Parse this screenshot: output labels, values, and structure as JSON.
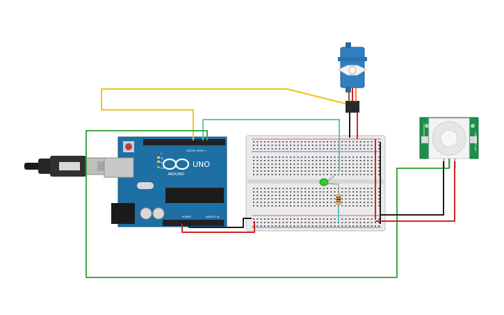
{
  "arduino": {
    "brand": "ARDUINO",
    "model": "UNO",
    "digital_label": "DIGITAL (PWM~)",
    "power_label": "POWER",
    "analog_label": "ANALOG IN",
    "tx_label": "TX",
    "rx_label": "RX",
    "on_label": "ON",
    "l_label": "L"
  },
  "pir_sensor": {
    "left_label": "HIGH SENSITIVITY",
    "right_label": "LONG DELAY TIME"
  },
  "colors": {
    "wire_yellow": "#f0c419",
    "wire_cyan": "#5ec4c4",
    "wire_green": "#3ea83e",
    "wire_red": "#d42020",
    "wire_black": "#1a1a1a",
    "board_blue": "#1e6fa3",
    "sensor_green": "#1d8f4a",
    "servo_blue": "#2f7fc1",
    "led_green": "#33cc33",
    "breadboard": "#e9e9e9"
  }
}
